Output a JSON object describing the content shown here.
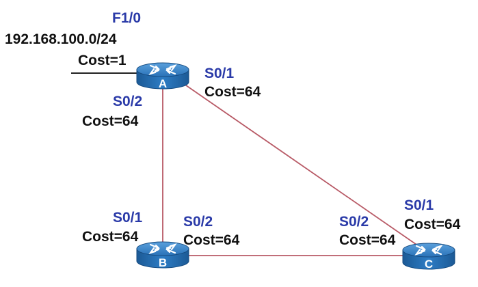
{
  "network": "192.168.100.0/24",
  "routers": [
    {
      "id": "A",
      "label": "A"
    },
    {
      "id": "B",
      "label": "B"
    },
    {
      "id": "C",
      "label": "C"
    }
  ],
  "links": [
    {
      "from": "A",
      "to": "B"
    },
    {
      "from": "A",
      "to": "C"
    },
    {
      "from": "B",
      "to": "C"
    }
  ],
  "interfaces": {
    "a_f10": {
      "name": "F1/0",
      "cost": "Cost=1"
    },
    "a_s01": {
      "name": "S0/1",
      "cost": "Cost=64"
    },
    "a_s02": {
      "name": "S0/2",
      "cost": "Cost=64"
    },
    "b_s01": {
      "name": "S0/1",
      "cost": "Cost=64"
    },
    "b_s02": {
      "name": "S0/2",
      "cost": "Cost=64"
    },
    "c_s02": {
      "name": "S0/2",
      "cost": "Cost=64"
    },
    "c_s01": {
      "name": "S0/1",
      "cost": "Cost=64"
    }
  },
  "colors": {
    "link": "#b85a66",
    "router": "#1f5f9e",
    "interface": "#2a3aa8",
    "lan": "#222222"
  }
}
